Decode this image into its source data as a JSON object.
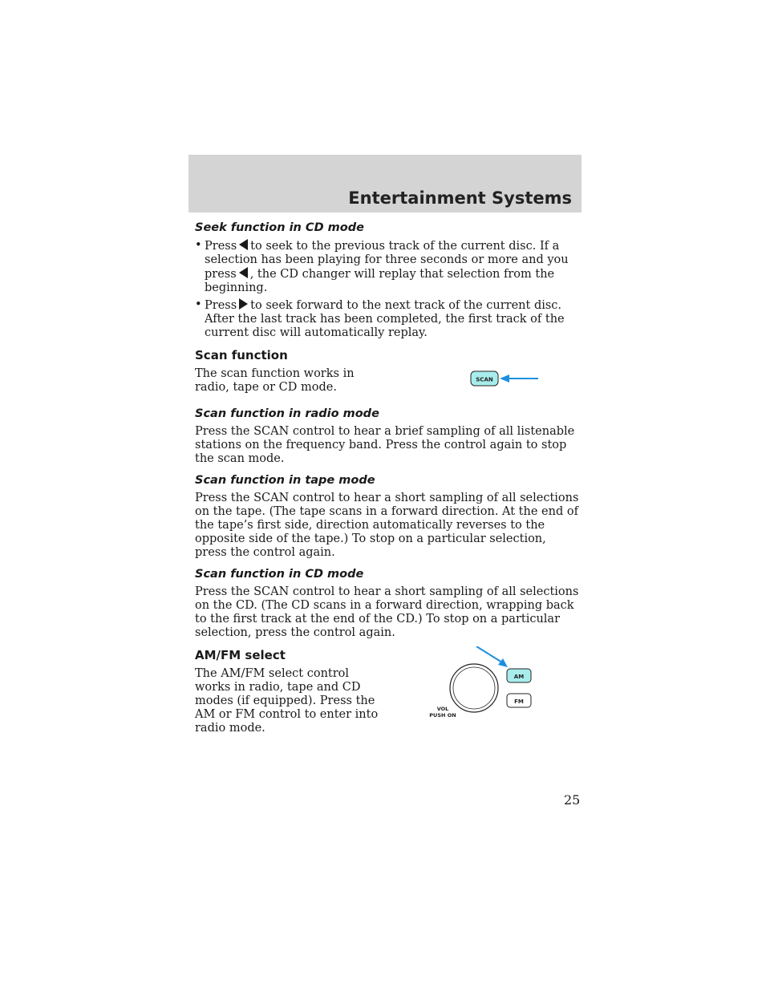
{
  "header": {
    "title": "Entertainment Systems"
  },
  "seek": {
    "heading": "Seek function in CD mode",
    "item1": {
      "pre": "Press",
      "mid": "to seek to the previous track of the current disc. If a selection has been playing for three seconds or more and you press",
      "post": ", the CD changer will replay that selection from the beginning."
    },
    "item2": {
      "pre": "Press",
      "post": "to seek forward to the next track of the current disc. After the last track has been completed, the first track of the current disc will automatically replay."
    }
  },
  "scan": {
    "heading": "Scan function",
    "intro": "The scan function works in radio, tape or CD mode.",
    "button_label": "SCAN",
    "radio_heading": "Scan function in radio mode",
    "radio_text": "Press the SCAN control to hear a brief sampling of all listenable stations on the frequency band. Press the control again to stop the scan mode.",
    "tape_heading": "Scan function in tape mode",
    "tape_text": "Press the SCAN control to hear a short sampling of all selections on the tape. (The tape scans in a forward direction. At the end of the tape’s first side, direction automatically reverses to the opposite side of the tape.) To stop on a particular selection, press the control again.",
    "cd_heading": "Scan function in CD mode",
    "cd_text": "Press the SCAN control to hear a short sampling of all selections on the CD. (The CD scans in a forward direction, wrapping back to the first track at the end of the CD.) To stop on a particular selection, press the control again."
  },
  "amfm": {
    "heading": "AM/FM select",
    "text": "The AM/FM select control works in radio, tape and CD modes (if equipped). Press the AM or FM control to enter into radio mode.",
    "am_label": "AM",
    "fm_label": "FM",
    "vol_label_1": "VOL",
    "vol_label_2": "PUSH ON"
  },
  "colors": {
    "highlight": "#a8ecec",
    "arrow": "#1e8fe0",
    "header_band": "#d4d4d4"
  },
  "page": {
    "number": "25"
  }
}
